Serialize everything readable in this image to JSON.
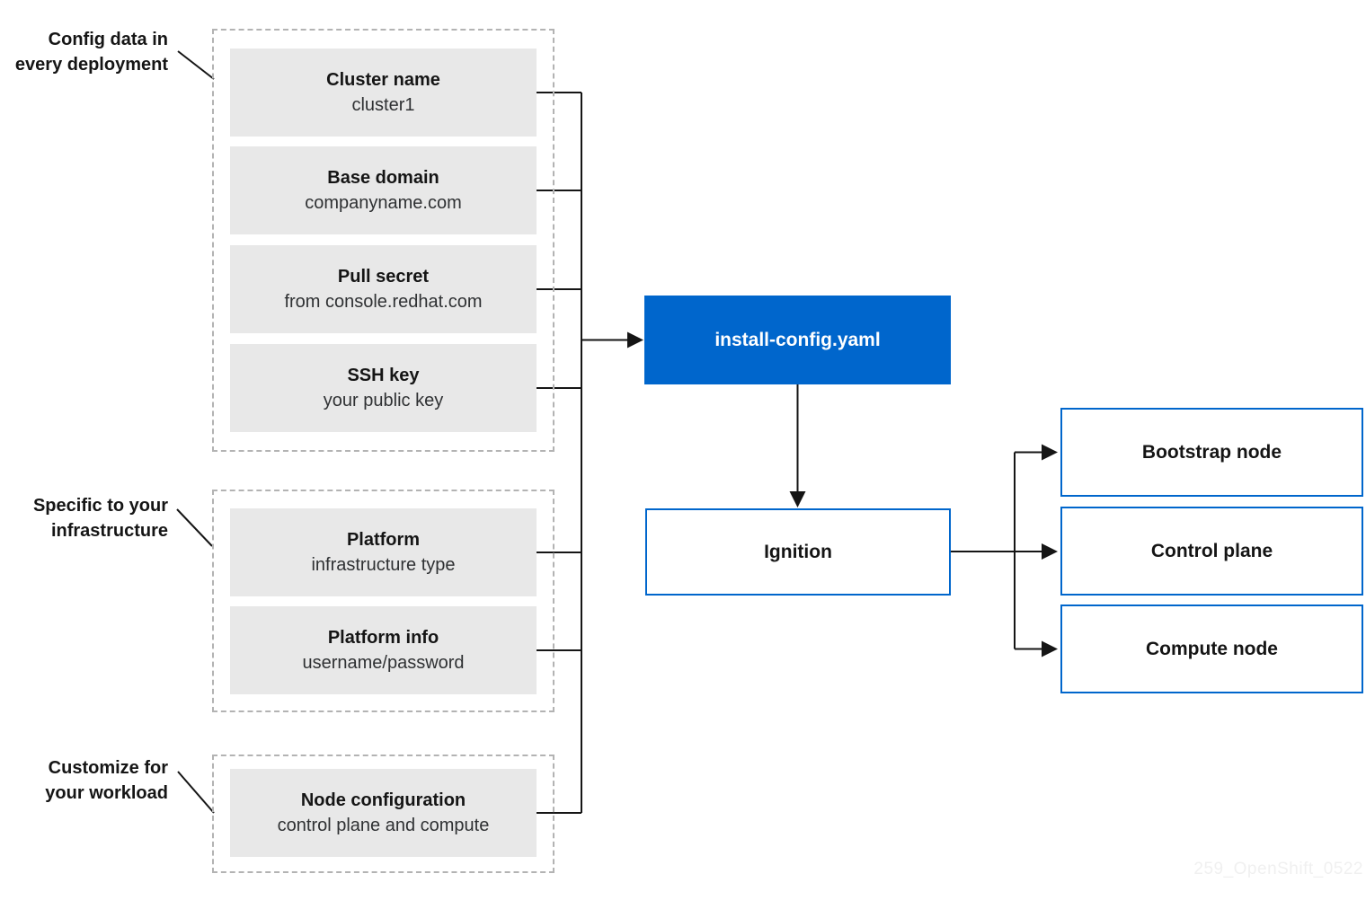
{
  "groups": [
    {
      "label": "Config data in\nevery deployment",
      "boxes": [
        {
          "title": "Cluster name",
          "subtitle": "cluster1"
        },
        {
          "title": "Base domain",
          "subtitle": "companyname.com"
        },
        {
          "title": "Pull secret",
          "subtitle": "from console.redhat.com"
        },
        {
          "title": "SSH key",
          "subtitle": "your public key"
        }
      ]
    },
    {
      "label": "Specific to your\ninfrastructure",
      "boxes": [
        {
          "title": "Platform",
          "subtitle": "infrastructure type"
        },
        {
          "title": "Platform info",
          "subtitle": "username/password"
        }
      ]
    },
    {
      "label": "Customize for\nyour workload",
      "boxes": [
        {
          "title": "Node configuration",
          "subtitle": "control plane and compute"
        }
      ]
    }
  ],
  "nodes": {
    "install_config": "install-config.yaml",
    "ignition": "Ignition",
    "bootstrap": "Bootstrap node",
    "control_plane": "Control plane",
    "compute": "Compute node"
  },
  "watermark": "259_OpenShift_0522",
  "colors": {
    "accent": "#0066cc",
    "box_gray": "#e8e8e8",
    "line": "#151515",
    "dashed_border": "#b3b3b3",
    "watermark": "#f0f0f0"
  }
}
